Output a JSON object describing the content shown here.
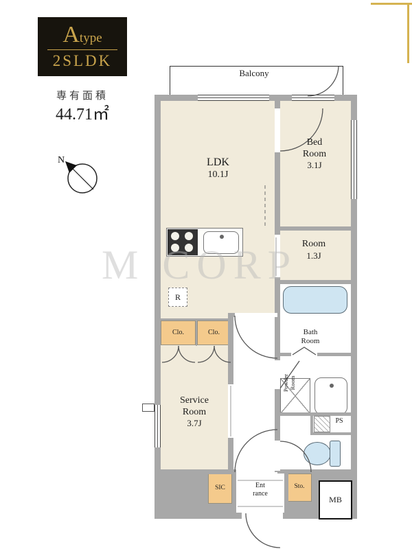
{
  "header": {
    "type_big": "A",
    "type_small": "type",
    "layout": "2SLDK",
    "area_label": "専有面積",
    "area_value": "44.71㎡"
  },
  "compass": {
    "north": "N"
  },
  "watermark": "M CORP",
  "plan": {
    "balcony_label": "Balcony",
    "ldk_name": "LDK",
    "ldk_size": "10.1J",
    "bedroom_line1": "Bed",
    "bedroom_line2": "Room",
    "bedroom_size": "3.1J",
    "room_name": "Room",
    "room_size": "1.3J",
    "bath_line1": "Bath",
    "bath_line2": "Room",
    "powder_line1": "Powder",
    "powder_line2": "Room",
    "service_line1": "Service",
    "service_line2": "Room",
    "service_size": "3.7J",
    "closet_left": "Clo.",
    "closet_right": "Clo.",
    "sic": "SIC",
    "entrance_line1": "Ent",
    "entrance_line2": "rance",
    "storage": "Sto.",
    "mb": "MB",
    "ps": "PS",
    "fridge": "R"
  },
  "colors": {
    "gold": "#c9a44c",
    "badge-bg": "#17140d",
    "wall": "#a8a8a8",
    "cream": "#f1ebdb",
    "orange": "#f4ca8c",
    "blue": "#cfe5f2"
  }
}
